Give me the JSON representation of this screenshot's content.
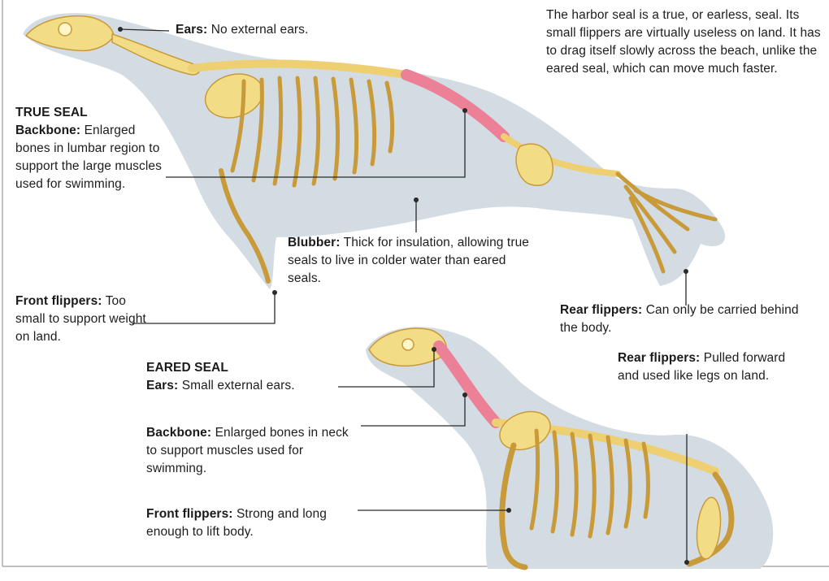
{
  "intro": "The harbor seal is a true, or earless, seal. Its small flippers are virtually useless on land. It has to drag itself slowly across the beach, unlike the eared seal, which can move much faster.",
  "true_seal": {
    "heading": "TRUE SEAL",
    "ears": {
      "term": "Ears:",
      "text": "No external ears."
    },
    "backbone": {
      "term": "Backbone:",
      "text": "Enlarged bones in lumbar region to support the large muscles used for swimming."
    },
    "blubber": {
      "term": "Blubber:",
      "text": "Thick for insulation, allowing true seals to live in colder water than eared seals."
    },
    "front_flippers": {
      "term": "Front flippers:",
      "text": "Too small to support weight on land."
    },
    "rear_flippers": {
      "term": "Rear flippers:",
      "text": "Can only be carried behind the body."
    }
  },
  "eared_seal": {
    "heading": "EARED SEAL",
    "ears": {
      "term": "Ears:",
      "text": "Small external ears."
    },
    "backbone": {
      "term": "Backbone:",
      "text": "Enlarged bones in neck to support muscles used for swimming."
    },
    "front_flippers": {
      "term": "Front flippers:",
      "text": "Strong and long enough to lift body."
    },
    "rear_flippers": {
      "term": "Rear flippers:",
      "text": "Pulled forward and used like legs on land."
    }
  },
  "colors": {
    "silhouette": "#d3dce2",
    "bone": "#f3dc86",
    "bone_outline": "#c89a3a",
    "enlarged_bone": "#ec8096",
    "leader_line": "#2a2a2a"
  }
}
